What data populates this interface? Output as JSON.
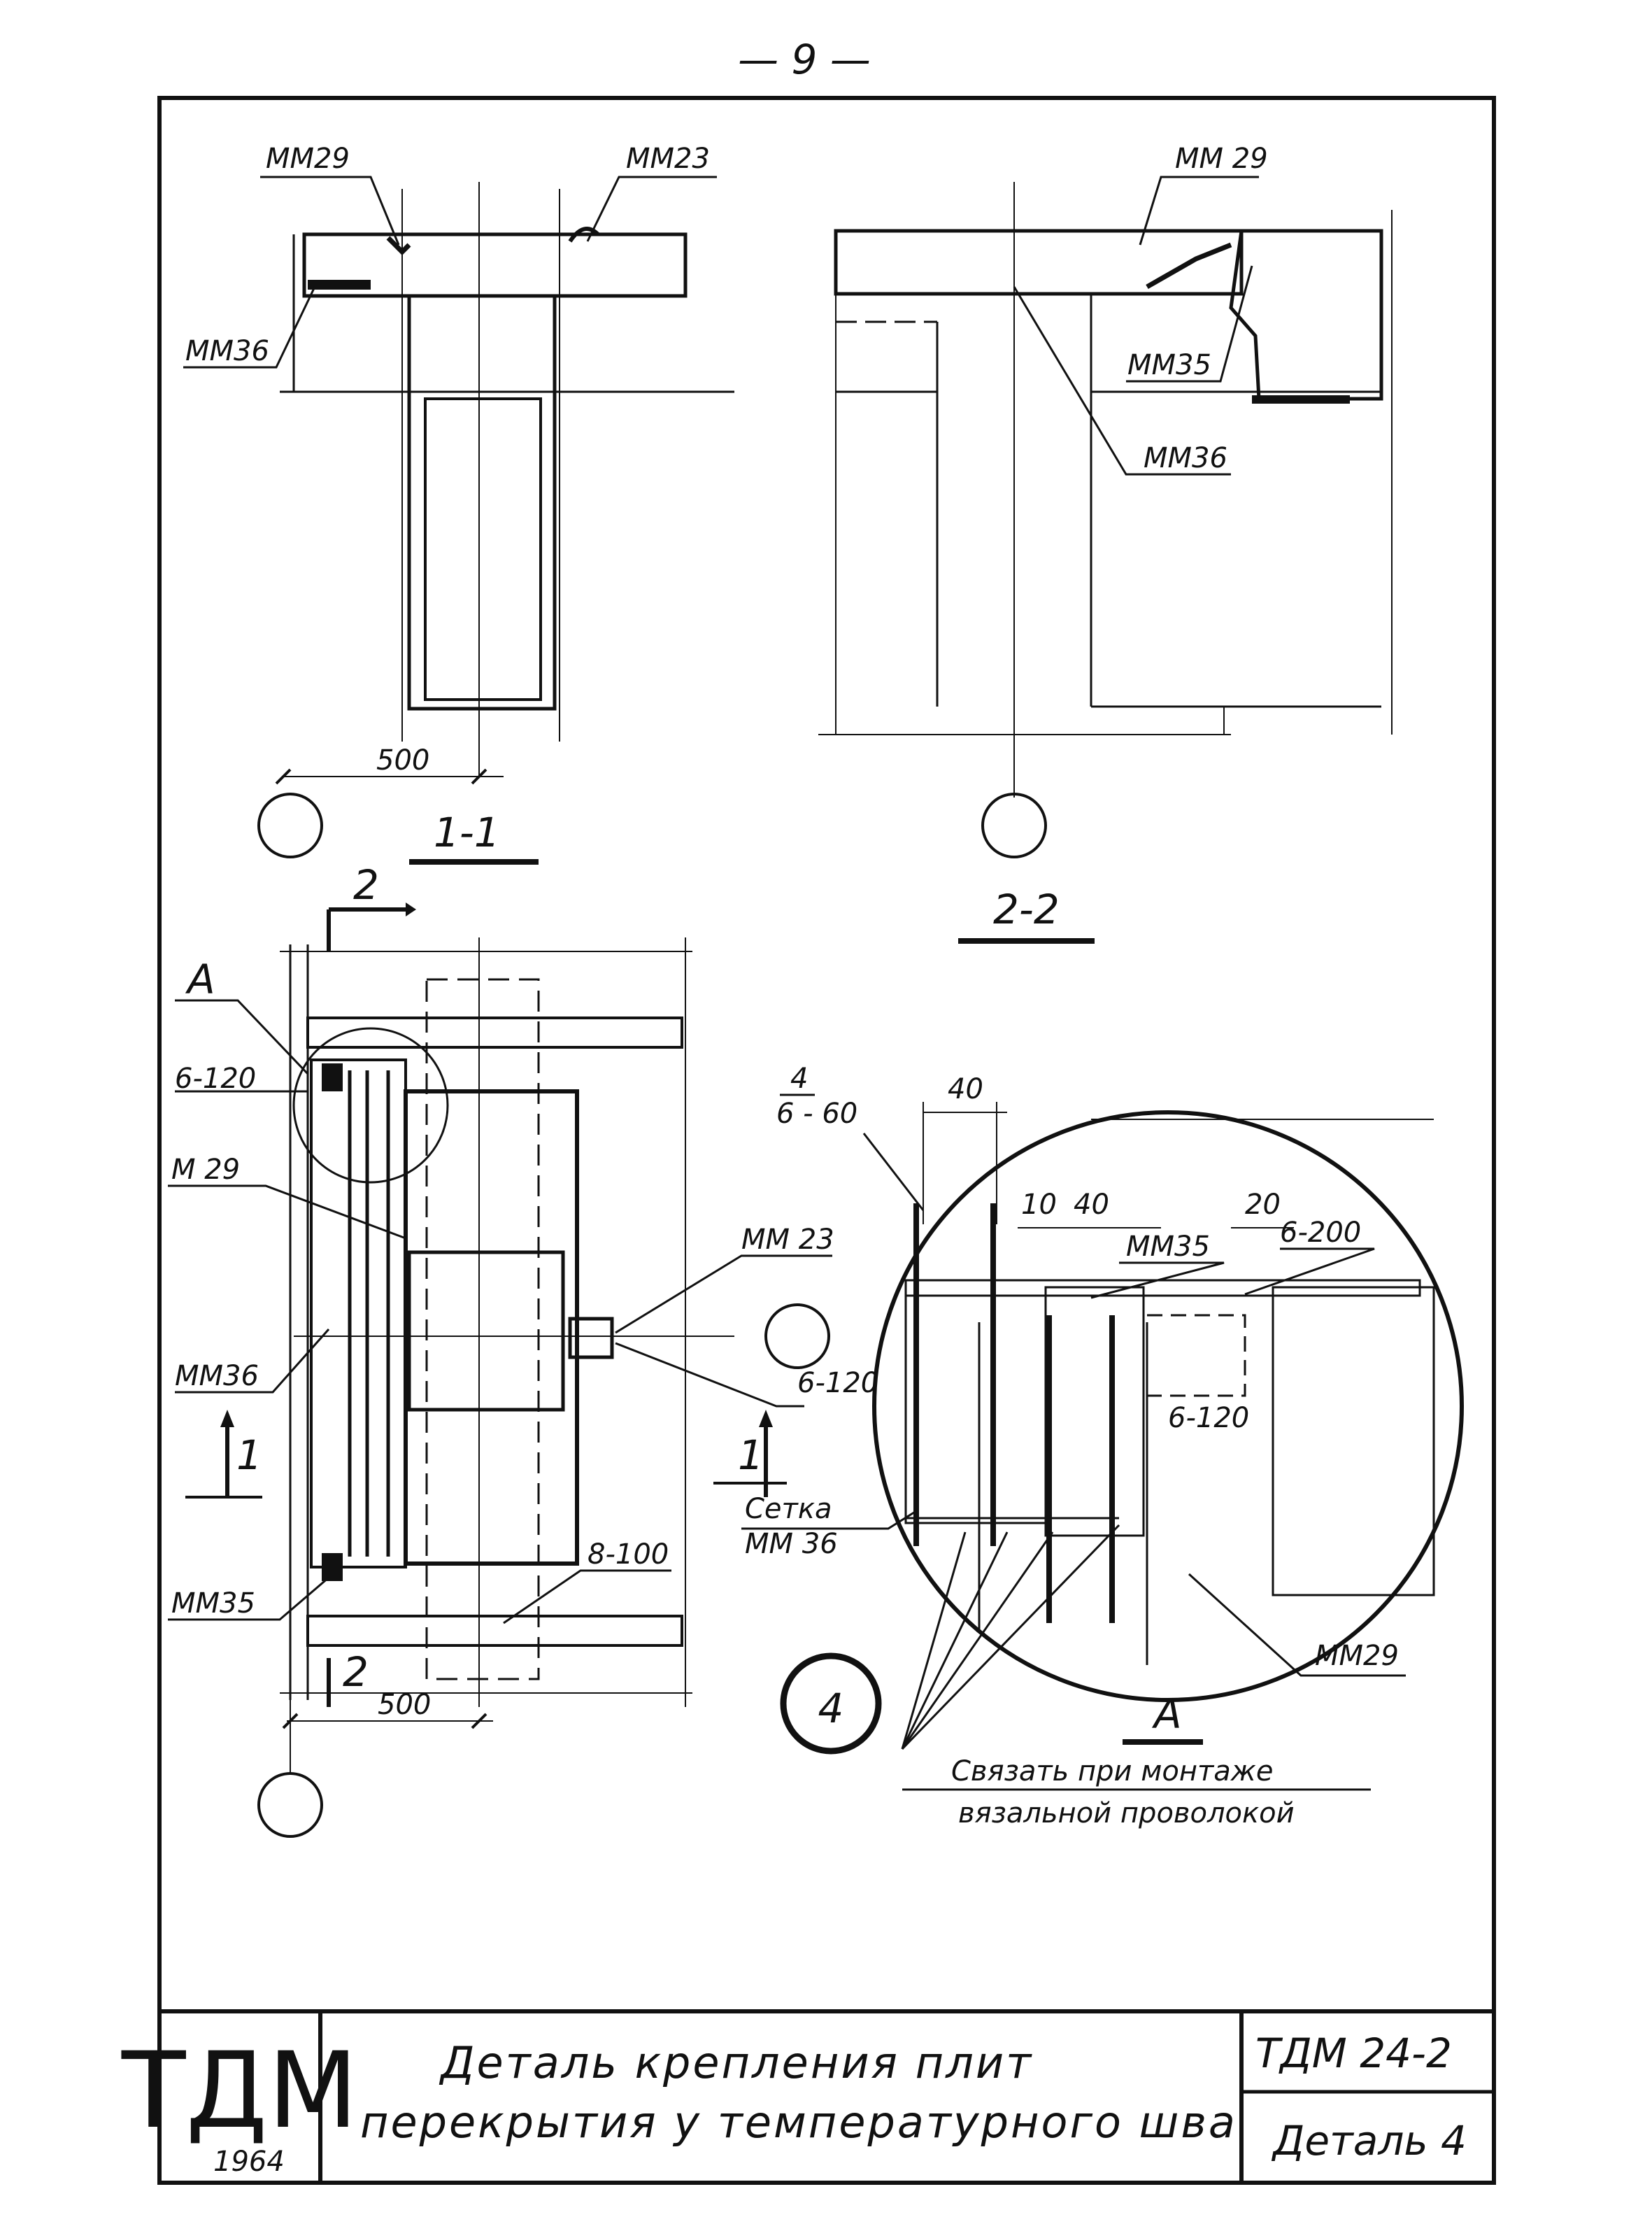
{
  "page_number": "— 9 —",
  "section_1": {
    "title": "1-1",
    "labels": {
      "mm29": "ММ29",
      "mm23": "ММ23",
      "mm36": "ММ36",
      "dim": "500"
    }
  },
  "section_2": {
    "title": "2-2",
    "labels": {
      "mm29": "ММ 29",
      "mm35": "ММ35",
      "mm36": "ММ36"
    }
  },
  "plan": {
    "labels": {
      "callout_a": "А",
      "rebar_6_120": "6-120",
      "m29": "М 29",
      "mm23": "ММ 23",
      "mm36": "ММ36",
      "mm35": "ММ35",
      "rebar_8_100": "8-100",
      "dim": "500",
      "cut_1_left": "1",
      "cut_1_right": "1",
      "cut_2_top": "2",
      "cut_2_bottom": "2"
    }
  },
  "detail_a": {
    "title": "А",
    "labels": {
      "rebar_4_6_60_num": "4",
      "rebar_4_6_60_den": "6 - 60",
      "dim_40_top": "40",
      "dim_10": "10",
      "dim_40": "40",
      "dim_20": "20",
      "mm35": "ММ35",
      "rebar_6_200": "6-200",
      "rebar_6_120_a": "6-120",
      "rebar_6_120_b": "6-120",
      "setka": "Сетка",
      "setka_mark": "ММ 36",
      "mm29": "ММ29"
    },
    "note_line1": "Связать при монтаже",
    "note_line2": "вязальной проволокой"
  },
  "detail_number": "4",
  "title_block": {
    "logo": "ТДМ",
    "year": "1964",
    "title_line1": "Деталь крепления плит",
    "title_line2": "перекрытия у температурного шва",
    "code": "ТДМ 24-2",
    "sheet": "Деталь 4"
  }
}
